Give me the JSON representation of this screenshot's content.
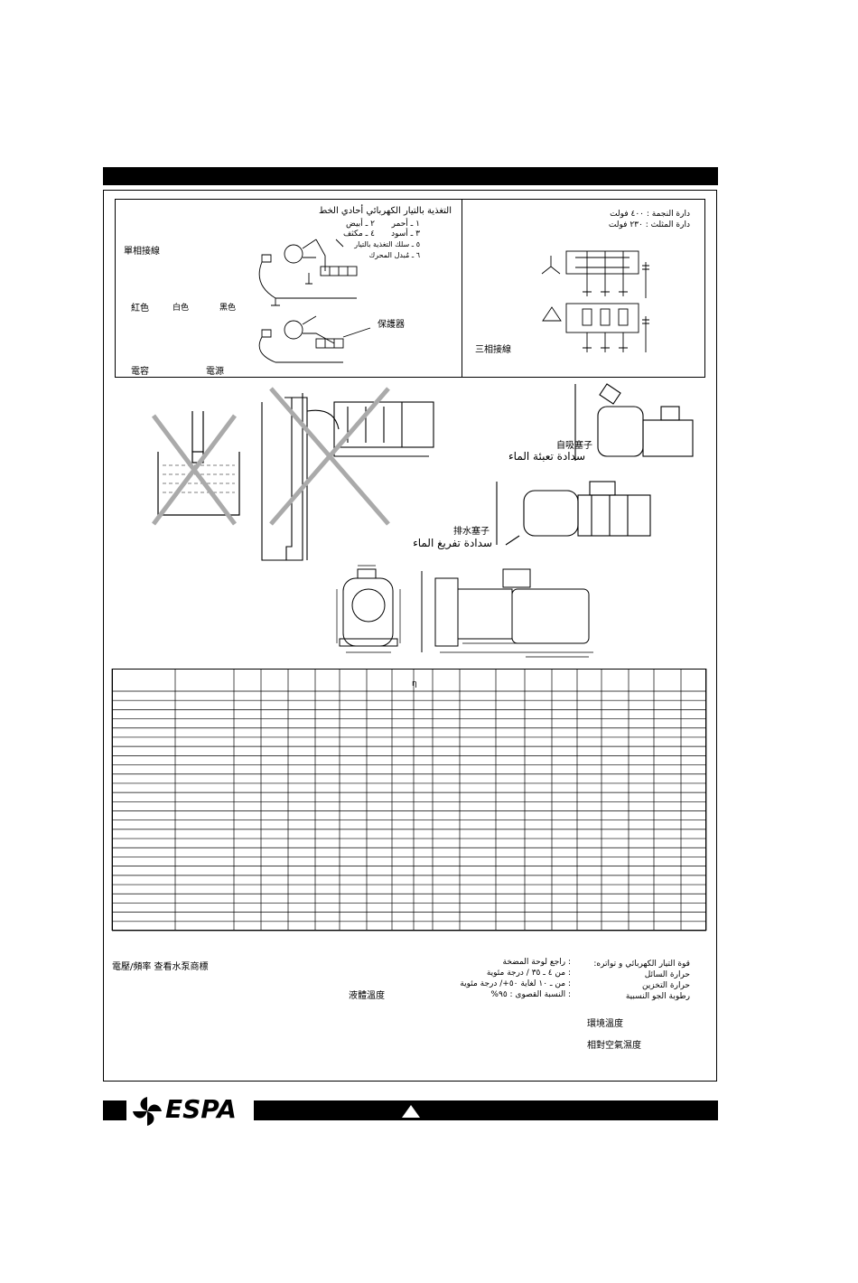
{
  "wiring": {
    "single_phase": {
      "title_ar": "التغذية بالتيار الكهربائي أحادي الخط",
      "label_cn": "單相接線",
      "legend_ar": [
        "١ ـ أحمر",
        "٢ ـ أبيض",
        "٣ ـ أسود",
        "٤ ـ مكثف",
        "٥ ـ سلك التغذية بالتيار",
        "٦ ـ مُبدل المحرك"
      ],
      "color_red_cn": "紅色",
      "color_white_cn": "白色",
      "color_black_cn": "黑色",
      "protector_cn": "保護器",
      "capacitor_cn": "電容",
      "power_cn": "電源"
    },
    "three_phase": {
      "star_ar": "دارة النجمة : ٤٠٠ فولت",
      "delta_ar": "دارة المثلث : ٢٣٠ فولت",
      "label_cn": "三相接線"
    }
  },
  "installation": {
    "fill_plug_cn": "自吸塞子",
    "fill_plug_ar": "سدادة تعبئة الماء",
    "drain_plug_cn": "排水塞子",
    "drain_plug_ar": "سدادة تفريغ الماء"
  },
  "table": {
    "eta_symbol": "η",
    "rows": 26
  },
  "specs": {
    "voltage_cn": "電壓/頻率  查看水泵商標",
    "liquid_temp_cn": "液體溫度",
    "ambient_temp_cn": "環境溫度",
    "humidity_cn": "相對空氣濕度",
    "labels_ar": [
      "قوة التيار الكهربائي و تواتره:",
      "حرارة السائل",
      "حرارة التخزين",
      "رطوبة الجو النسبية"
    ],
    "values_ar": [
      ": راجع لوحة المضخة",
      ": من ٤ ـ ٣٥ / درجة مئوية",
      ": من ـ ١٠ لغاية ٥٠+/ درجة مئوية",
      ": النسبة القصوى : ٩٥%"
    ]
  },
  "footer": {
    "brand": "ESPA"
  }
}
